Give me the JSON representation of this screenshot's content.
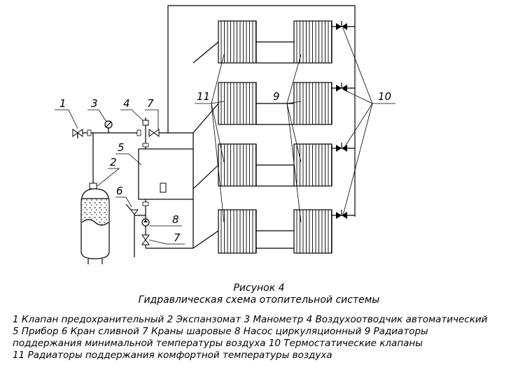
{
  "labels": {
    "l1": "1",
    "l2": "2",
    "l3": "3",
    "l4": "4",
    "l5": "5",
    "l6": "6",
    "l7a": "7",
    "l7b": "7",
    "l8": "8",
    "l9": "9",
    "l10": "10",
    "l11": "11"
  },
  "caption": {
    "figure": "Рисунок 4",
    "title": "Гидравлическая схема отопительной системы"
  },
  "legend": {
    "line1": "1 Клапан предохранительный 2 Экспанзомат 3 Манометр 4 Воздухоотводчик автоматический",
    "line2": "5 Прибор 6 Кран сливной 7 Краны шаровые 8 Насос циркуляционный 9 Радиаторы",
    "line3": "поддержания минимальной температуры воздуха 10 Термостатические клапаны",
    "line4": "11 Радиаторы поддержания комфортной температуры воздуха"
  }
}
